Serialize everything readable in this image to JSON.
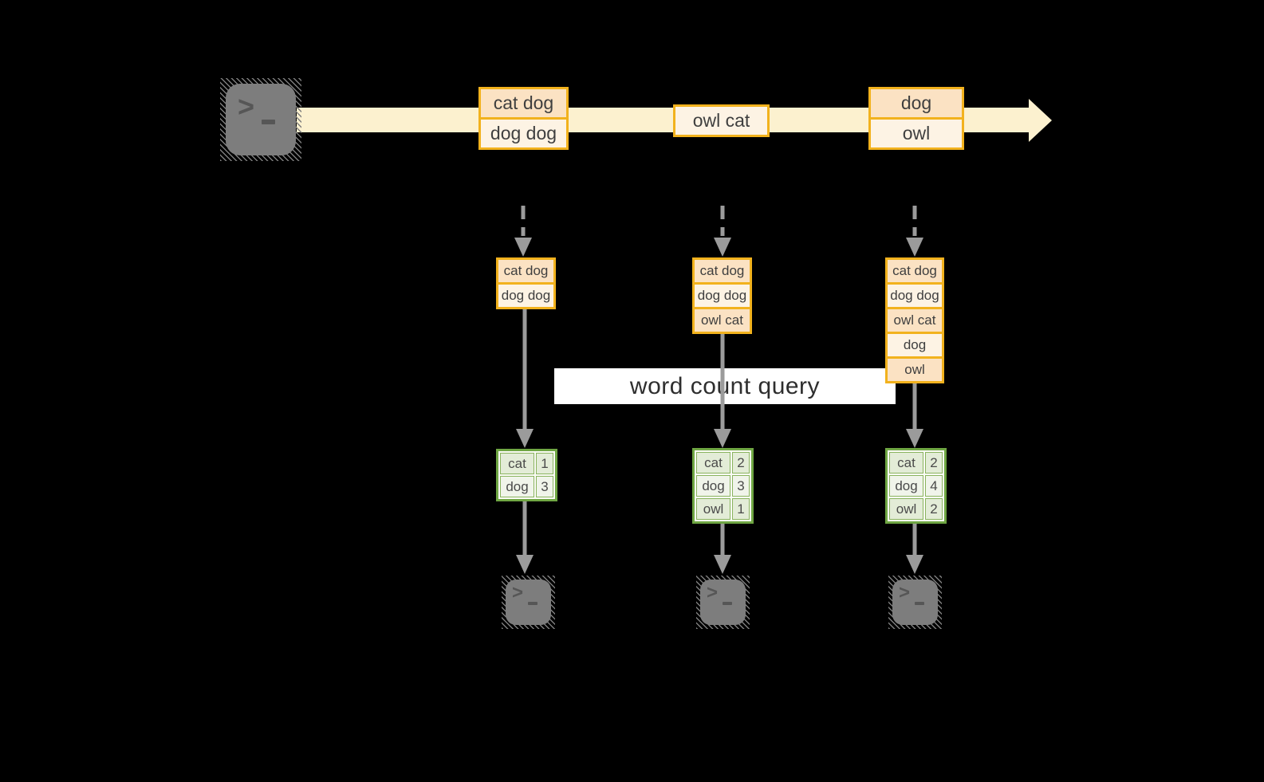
{
  "colors": {
    "background": "#000000",
    "stream_band": "#fcf1cf",
    "event_border": "#f2b21d",
    "event_fill_a": "#fbe2c3",
    "event_fill_b": "#fdf3e4",
    "table_border": "#6fa643",
    "table_cell_border": "#8ab45f",
    "table_fill_a": "#e3ecd7",
    "table_fill_b": "#f0f4ea",
    "arrow_gray": "#9b9b9b",
    "terminal_gray": "#7d7d7d",
    "terminal_glyph": "#565656",
    "banner_bg": "#ffffff",
    "text_dark": "#3f3f3f"
  },
  "icons": {
    "source": "terminal-icon",
    "outputs": [
      "terminal-icon",
      "terminal-icon",
      "terminal-icon"
    ]
  },
  "query": {
    "label": "word count query"
  },
  "stream": {
    "events": [
      {
        "lines": [
          "cat dog",
          "dog dog"
        ]
      },
      {
        "lines": [
          "owl cat"
        ]
      },
      {
        "lines": [
          "dog",
          "owl"
        ]
      }
    ]
  },
  "columns": [
    {
      "buffer": [
        "cat dog",
        "dog dog"
      ],
      "counts": [
        {
          "word": "cat",
          "value": "1"
        },
        {
          "word": "dog",
          "value": "3"
        }
      ]
    },
    {
      "buffer": [
        "cat dog",
        "dog dog",
        "owl cat"
      ],
      "counts": [
        {
          "word": "cat",
          "value": "2"
        },
        {
          "word": "dog",
          "value": "3"
        },
        {
          "word": "owl",
          "value": "1"
        }
      ]
    },
    {
      "buffer": [
        "cat dog",
        "dog dog",
        "owl cat",
        "dog",
        "owl"
      ],
      "counts": [
        {
          "word": "cat",
          "value": "2"
        },
        {
          "word": "dog",
          "value": "4"
        },
        {
          "word": "owl",
          "value": "2"
        }
      ]
    }
  ]
}
